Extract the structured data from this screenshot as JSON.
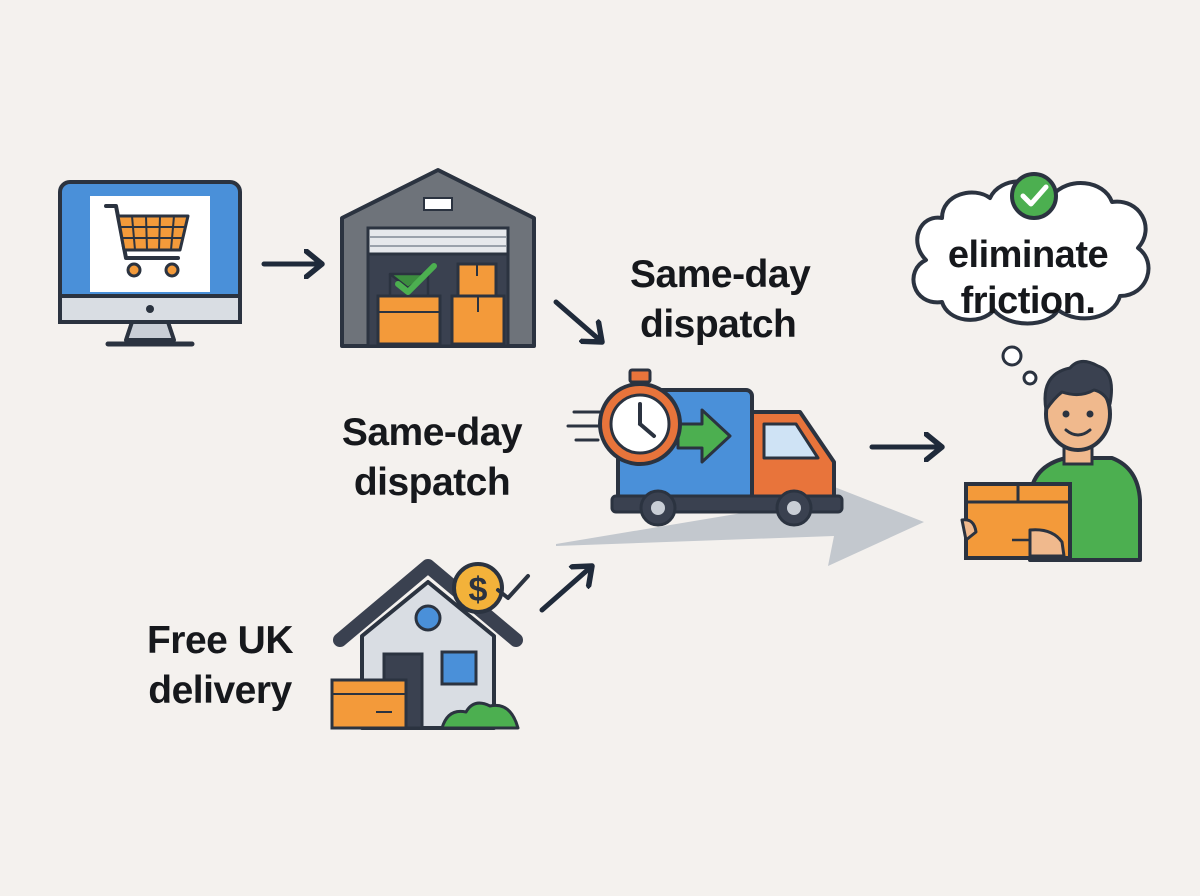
{
  "labels": {
    "dispatch_top": [
      "Same-day",
      "dispatch"
    ],
    "dispatch_mid": [
      "Same-day",
      "dispatch"
    ],
    "free_delivery": [
      "Free UK",
      "delivery"
    ],
    "thought": [
      "eliminate",
      "friction."
    ]
  },
  "icons": {
    "computer": "computer-with-cart-icon",
    "warehouse": "warehouse-icon",
    "truck": "delivery-truck-icon",
    "stopwatch": "stopwatch-icon",
    "house": "house-with-parcel-icon",
    "money": "dollar-coin-icon",
    "customer": "customer-with-parcel-icon",
    "check": "check-badge-icon"
  },
  "colors": {
    "background": "#f4f1ee",
    "outline": "#2b3340",
    "blue": "#4a90d9",
    "orange": "#f39a3a",
    "truck_orange": "#e8743b",
    "green": "#4caf50",
    "grey": "#6e737a",
    "arrow": "#1f2a3a"
  }
}
